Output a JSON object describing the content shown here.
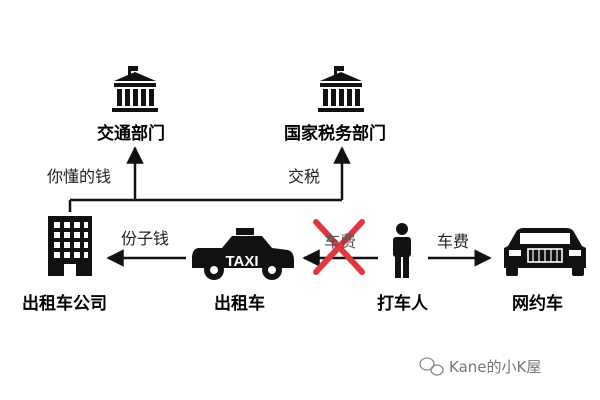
{
  "nodes": {
    "transport_dept": "交通部门",
    "tax_bureau": "国家税务部门",
    "taxi_company": "出租车公司",
    "taxi": "出租车",
    "passenger": "打车人",
    "ride_hailing": "网约车"
  },
  "edges": {
    "money_you_know": "你懂的钱",
    "pay_tax": "交税",
    "commission": "份子钱",
    "fare_crossed": "车费",
    "fare": "车费"
  },
  "taxi_sign": "TAXI",
  "watermark": "Kane的小K屋",
  "colors": {
    "ink": "#111111",
    "cross": "#e0363f",
    "watermark": "#777777"
  },
  "icons": {
    "government": "government-building-icon",
    "company": "office-building-icon",
    "taxi": "taxi-car-icon",
    "person": "person-icon",
    "car": "car-front-icon",
    "cross": "cross-mark-icon",
    "wechat": "wechat-icon"
  }
}
